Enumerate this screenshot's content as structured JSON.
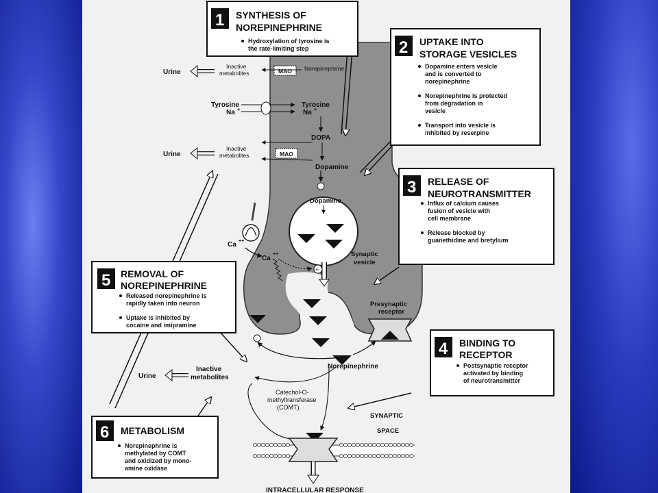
{
  "boxes": {
    "b1": {
      "num": "1",
      "title1": "SYNTHESIS OF",
      "title2": "NOREPINEPHRINE",
      "bullets": [
        [
          "Hydroxylation of tyrosine is",
          "the rate-limiting step"
        ]
      ]
    },
    "b2": {
      "num": "2",
      "title1": "UPTAKE INTO",
      "title2": "STORAGE VESICLES",
      "bullets": [
        [
          "Dopamine enters vesicle",
          "and is converted to",
          "norepinephrine"
        ],
        [
          "Norepinephrine is protected",
          "from degradation in",
          "vesicle"
        ],
        [
          "Transport into vesicle is",
          "inhibited by reserpine"
        ]
      ]
    },
    "b3": {
      "num": "3",
      "title1": "RELEASE OF",
      "title2": "NEUROTRANSMITTER",
      "bullets": [
        [
          "Influx of calcium causes",
          "fusion of vesicle with",
          "cell membrane"
        ],
        [
          "Release blocked by",
          "guanethidine and bretylium"
        ]
      ]
    },
    "b4": {
      "num": "4",
      "title1": "BINDING TO",
      "title2": "RECEPTOR",
      "bullets": [
        [
          "Postsynaptic receptor",
          "activated by binding",
          "of neurotransmitter"
        ]
      ]
    },
    "b5": {
      "num": "5",
      "title1": "REMOVAL OF",
      "title2": "NOREPINEPHRINE",
      "bullets": [
        [
          "Released norepinephrine is",
          "rapidly taken into neuron"
        ],
        [
          "Uptake is inhibited by",
          "cocaine and imipramine"
        ]
      ]
    },
    "b6": {
      "num": "6",
      "title1": "METABOLISM",
      "bullets": [
        [
          "Norepinephrine is",
          "methylated by COMT",
          "and oxidized by mono-",
          "amine oxidase"
        ]
      ]
    }
  },
  "labels": {
    "urine": "Urine",
    "inactive": "Inactive",
    "metabolites": "metabolites",
    "mao": "MAO",
    "norepinephrine": "Norepinephrine",
    "tyrosine": "Tyrosine",
    "na": "Na",
    "dopa": "DOPA",
    "dopamine": "Dopamine",
    "ca": "Ca",
    "synaptic": "Synaptic",
    "vesicle": "vesicle",
    "presynaptic": "Presynaptic",
    "receptor": "receptor",
    "comt1": "Catechol-O-",
    "comt2": "methyltransferase",
    "comt3": "(COMT)",
    "synaptic_space1": "SYNAPTIC",
    "synaptic_space2": "SPACE",
    "intracellular": "INTRACELLULAR RESPONSE"
  }
}
